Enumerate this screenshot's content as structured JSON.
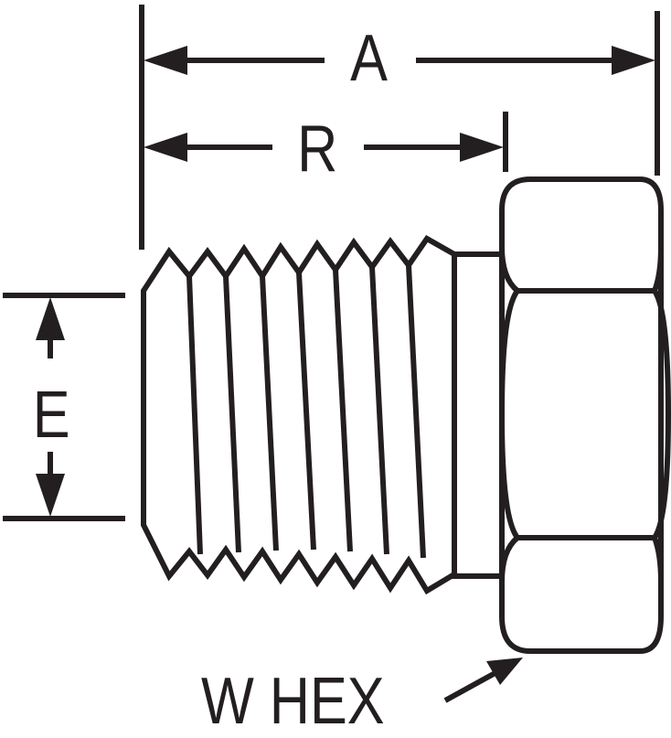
{
  "labels": {
    "overall_length": "A",
    "thread_length": "R",
    "thread_diameter": "E",
    "hex_size": "W HEX"
  },
  "colors": {
    "line": "#231f20",
    "background": "#ffffff"
  }
}
